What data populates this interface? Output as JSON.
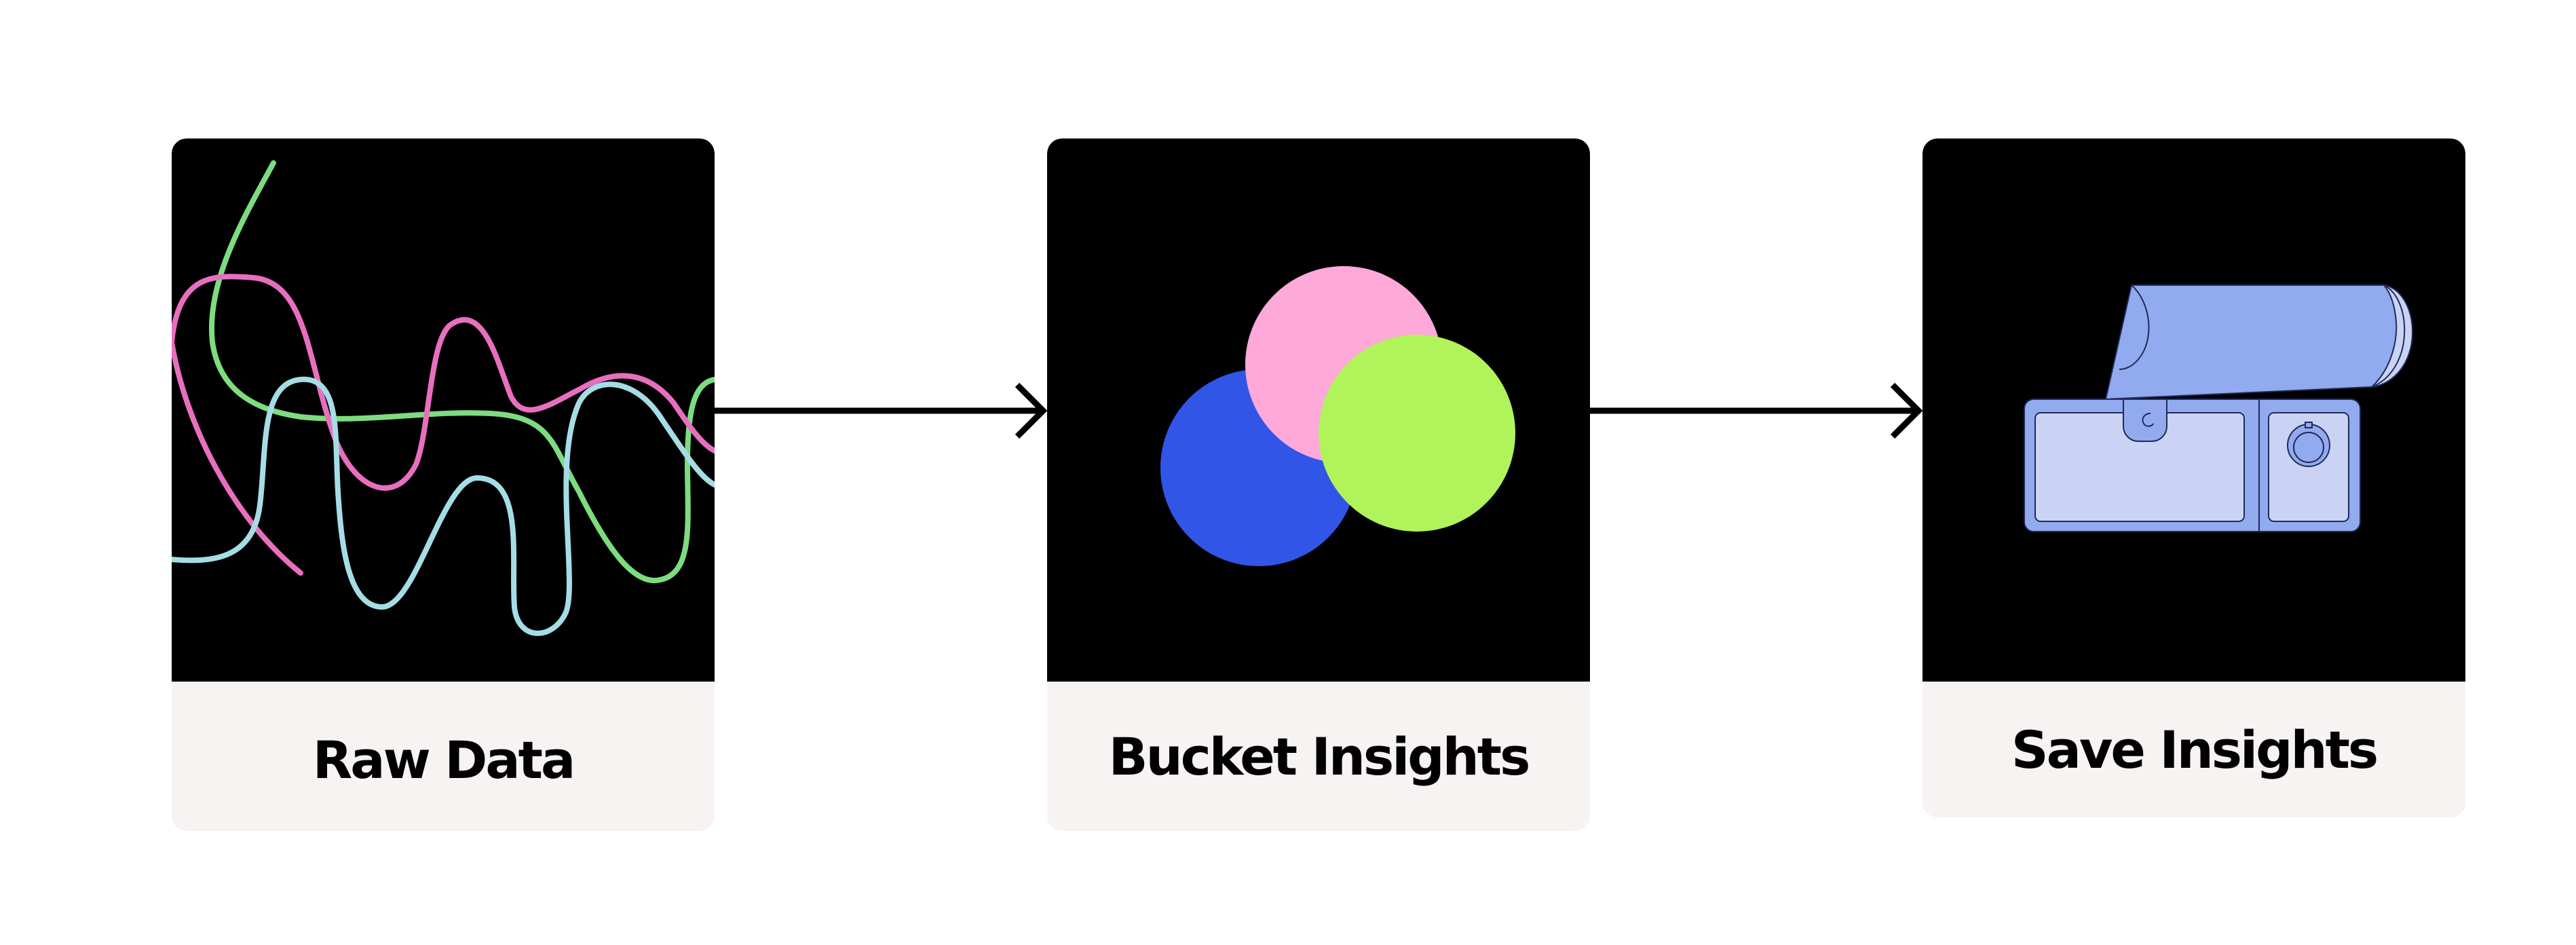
{
  "steps": [
    {
      "id": "raw-data",
      "label": "Raw Data"
    },
    {
      "id": "bucket-insights",
      "label": "Bucket Insights"
    },
    {
      "id": "save-insights",
      "label": "Save Insights"
    }
  ],
  "colors": {
    "background": "#ffffff",
    "card_art": "#000000",
    "card_label_bg": "#f7f3f2",
    "pink": "#e86fbf",
    "green": "#7ddc7f",
    "light_blue": "#a5dde6",
    "circle_pink": "#ffa8da",
    "circle_blue": "#3155e6",
    "circle_green": "#b1f35b",
    "chest_blue": "#92aaee",
    "chest_light": "#cad3f3"
  },
  "icons": {
    "raw_data": "tangled-lines-icon",
    "bucket_insights": "overlapping-circles-icon",
    "save_insights": "treasure-chest-icon",
    "arrows": "arrow-right-icon"
  }
}
